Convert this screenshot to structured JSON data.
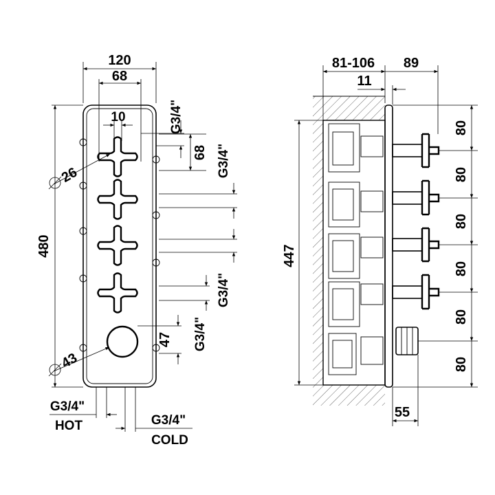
{
  "front_view": {
    "width_total": "120",
    "width_inner": "68",
    "handle_offset": "10",
    "handle_diameter": "26",
    "height_total": "480",
    "knob_diameter": "43",
    "port_top_right": "G3/4\"",
    "port_pitch": "68",
    "port_mid_right": "G3/4\"",
    "port_lower_right": "G3/4\"",
    "port_bottom_right": "G3/4\"",
    "knob_offset": "47",
    "inlet_hot_size": "G3/4\"",
    "inlet_hot_label": "HOT",
    "inlet_cold_size": "G3/4\"",
    "inlet_cold_label": "COLD"
  },
  "side_view": {
    "depth_wall": "81-106",
    "depth_front": "89",
    "plate_thickness": "11",
    "height_body": "447",
    "spacing_1": "80",
    "spacing_2": "80",
    "spacing_3": "80",
    "spacing_4": "80",
    "spacing_5": "80",
    "spacing_6": "80",
    "knob_depth": "55"
  }
}
